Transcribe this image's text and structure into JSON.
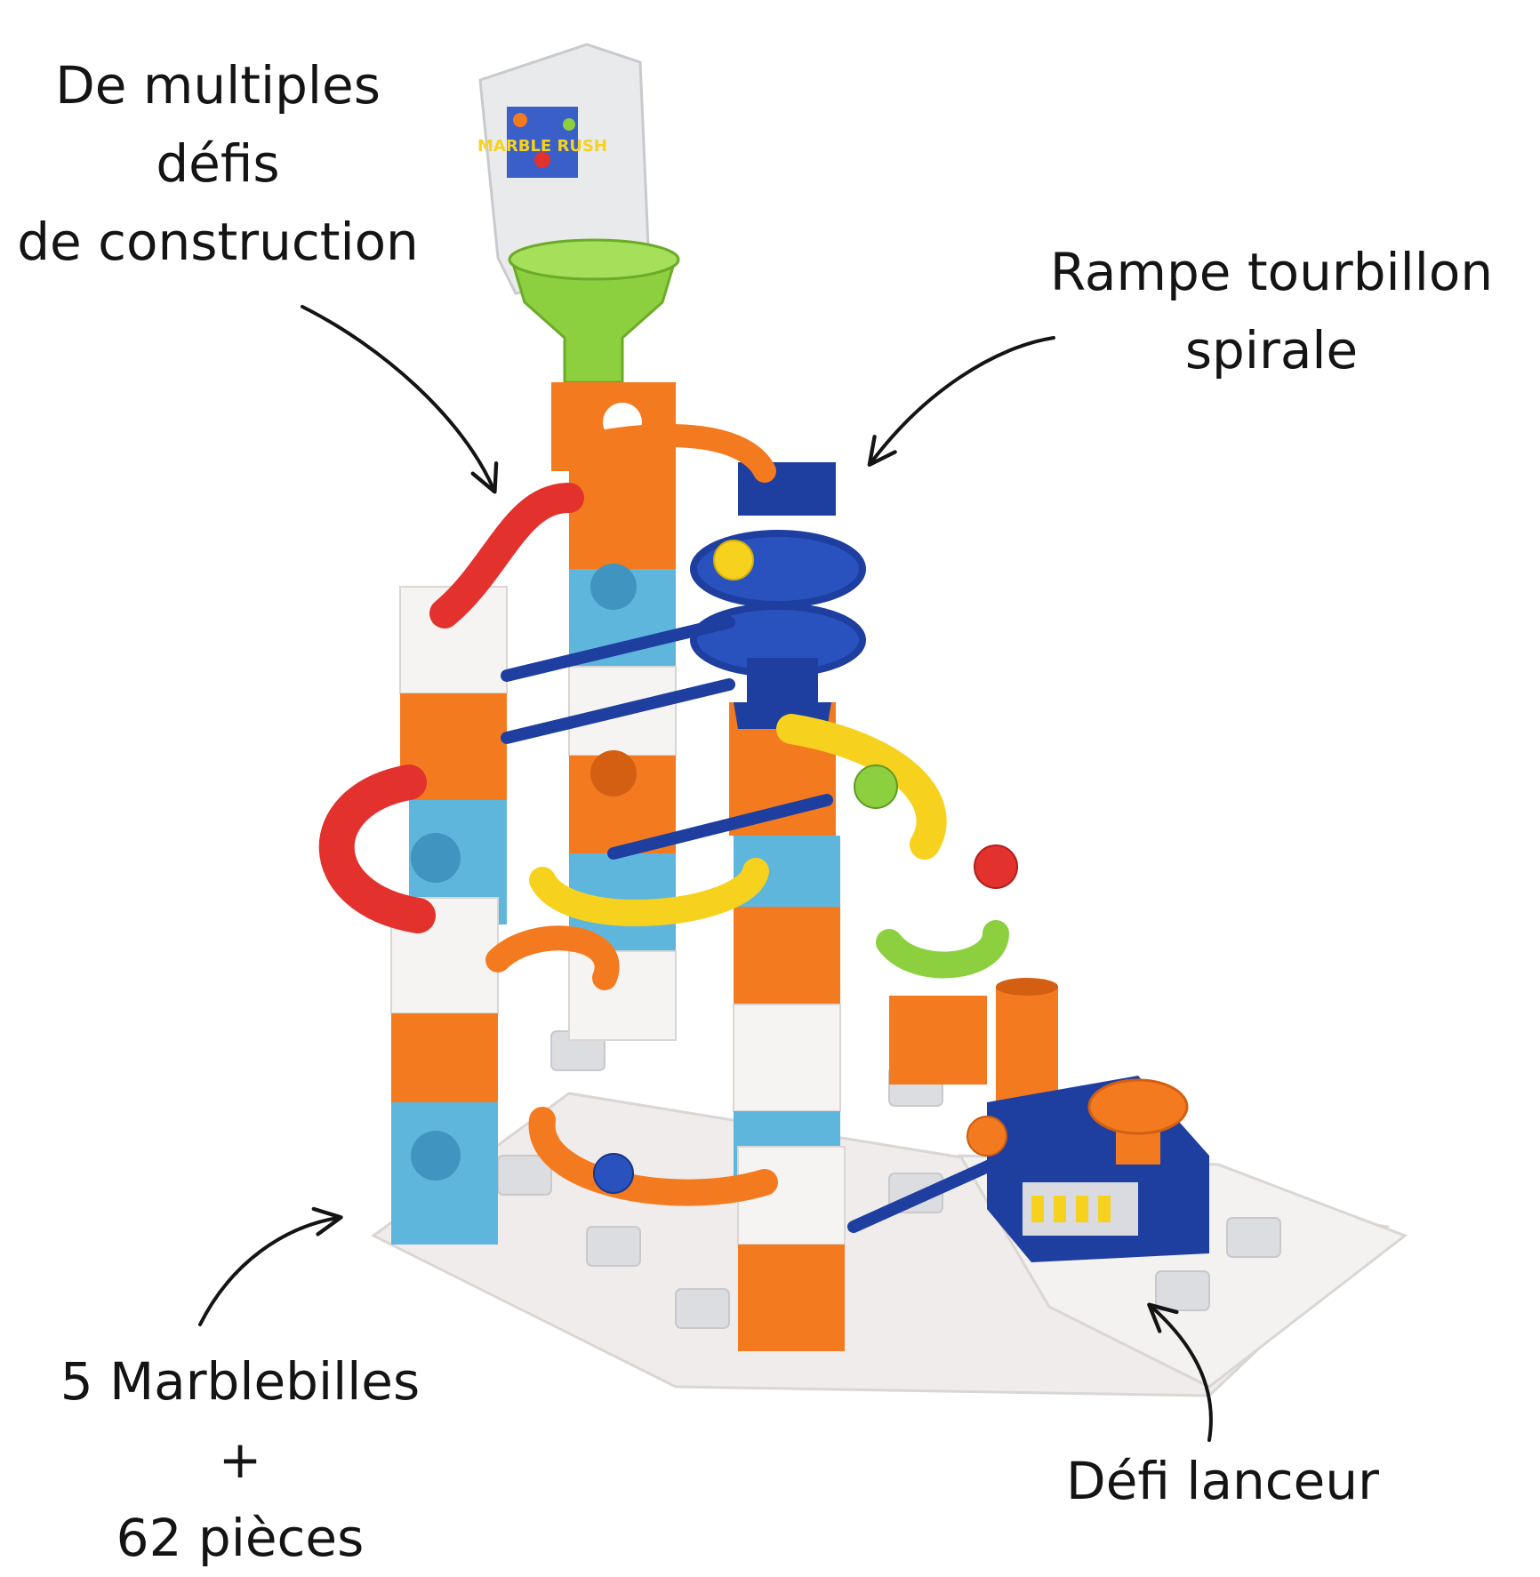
{
  "annotations": {
    "top_left": [
      "De multiples",
      "défis",
      "de construction"
    ],
    "top_right": [
      "Rampe tourbillon",
      "spirale"
    ],
    "bottom_left": [
      "5 Marblebilles",
      "+",
      "62 pièces"
    ],
    "bottom_right": [
      "Défi lanceur"
    ]
  },
  "logo": {
    "text": "MARBLE RUSH"
  },
  "colors": {
    "orange": "#f47a20",
    "light_blue": "#5fb6dc",
    "white_piece": "#f6f4f2",
    "red": "#e3312d",
    "green": "#8ccf3f",
    "dark_blue": "#1e3fa0",
    "yellow": "#f6d21e",
    "base": "#f2f0ee",
    "ink": "#141414"
  }
}
